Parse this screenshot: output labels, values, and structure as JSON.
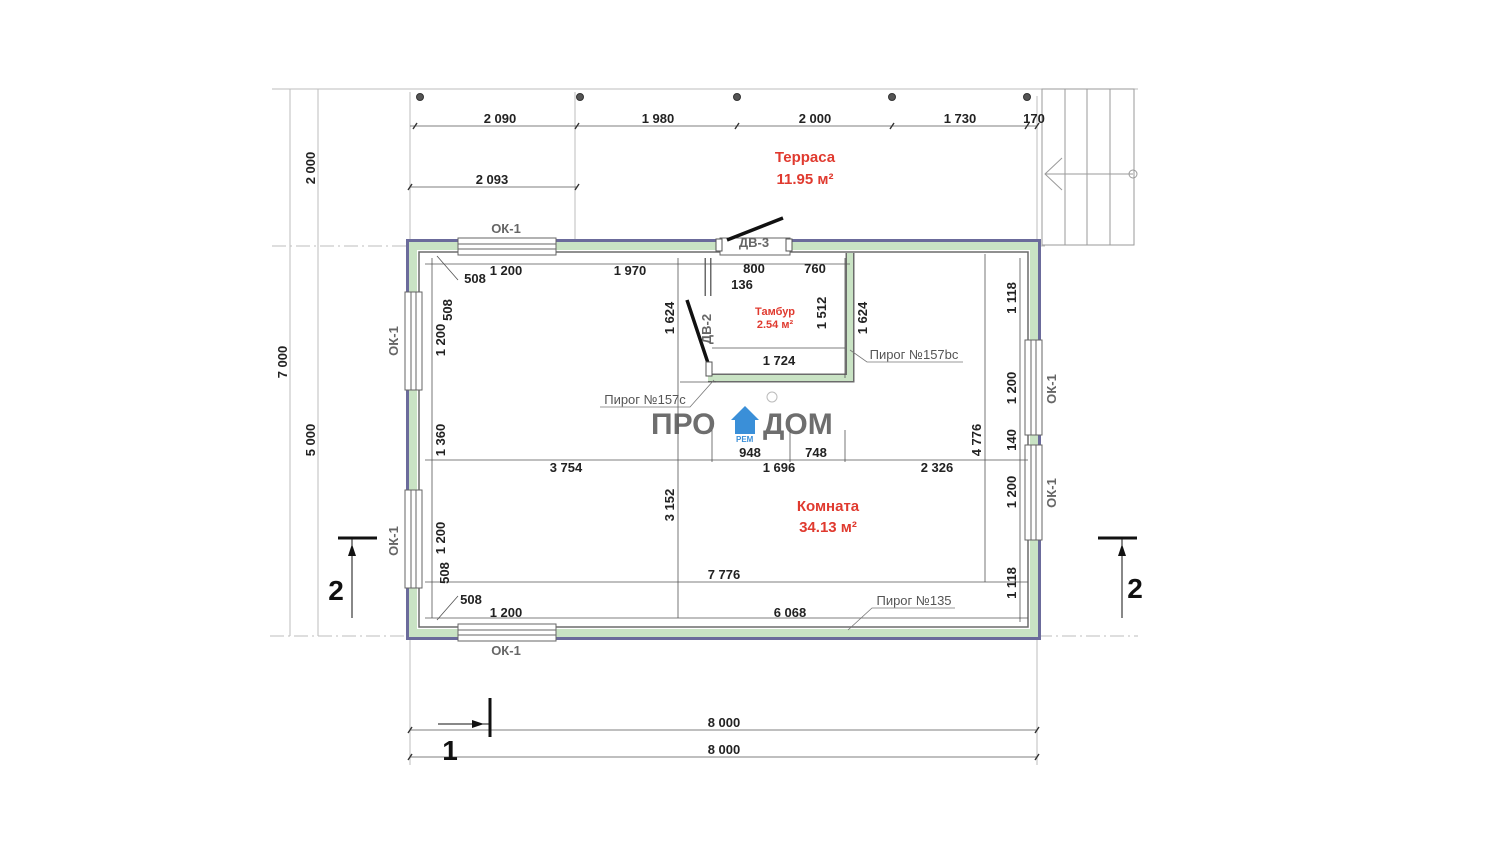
{
  "rooms": {
    "terrace": {
      "name": "Терраса",
      "area": "11.95 м²"
    },
    "vestibule": {
      "name": "Тамбур",
      "area": "2.54 м²"
    },
    "room": {
      "name": "Комната",
      "area": "34.13 м²"
    }
  },
  "marks": {
    "window": "ОК-1",
    "door_ext": "ДВ-3",
    "door_int": "ДВ-2"
  },
  "callouts": {
    "wall_157c": "Пирог №157с",
    "wall_157bc": "Пирог №157bc",
    "floor_135": "Пирог №135"
  },
  "section_marks": {
    "left": "2",
    "right": "2",
    "bottom": "1"
  },
  "logo": {
    "left": "ПРО",
    "right": "ДОМ",
    "small": "РЕМ"
  },
  "dimensions": {
    "top": [
      "2 090",
      "1 980",
      "2 000",
      "1 730",
      "170"
    ],
    "terrace_width": "2 093",
    "top_wall": [
      "1 200",
      "1 970",
      "800",
      "760"
    ],
    "offsets": [
      "508",
      "136",
      "508",
      "508",
      "508"
    ],
    "vestibule": {
      "height_left": "1 624",
      "height_inner": "1 512",
      "height_right": "1 624",
      "width": "1 724"
    },
    "left_side": [
      "1 200",
      "1 360",
      "1 200"
    ],
    "right_side": [
      "1 118",
      "1 200",
      "140",
      "1 200",
      "1 118"
    ],
    "room_height": "4 776",
    "middle_row": [
      "3 754",
      "1 696",
      "2 326"
    ],
    "door_split": [
      "948",
      "748"
    ],
    "room_middle_height": "3 152",
    "inner_width": "7 776",
    "bottom_wall": [
      "1 200",
      "6 068"
    ],
    "overall": [
      "8 000",
      "8 000"
    ],
    "vertical": [
      "2 000",
      "7 000",
      "5 000"
    ]
  }
}
